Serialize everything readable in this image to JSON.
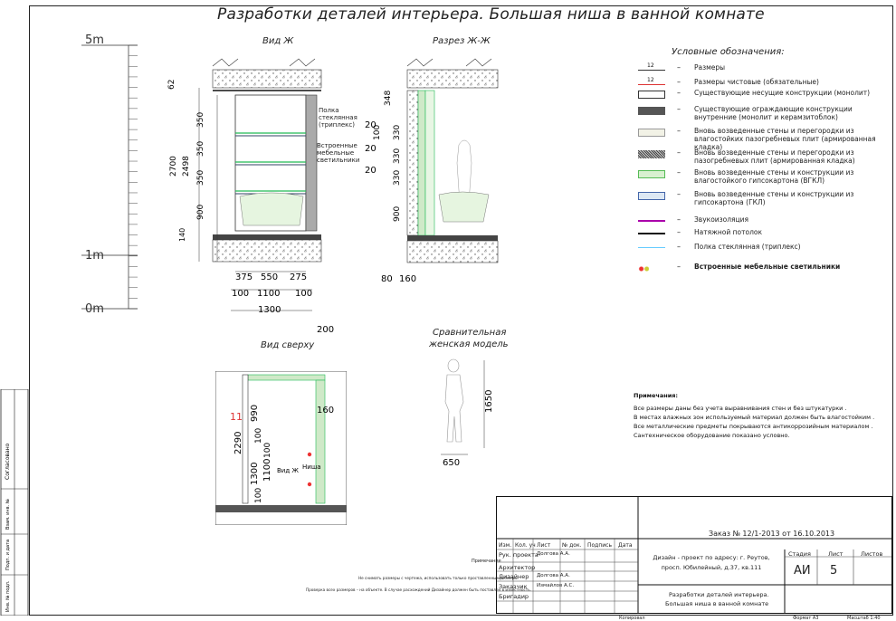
{
  "sheet": {
    "title": "Разработки деталей интерьера. Большая ниша в ванной комнате"
  },
  "views": {
    "view_zh": "Вид Ж",
    "section_zh": "Разрез Ж-Ж",
    "top_view": "Вид сверху",
    "model_line1": "Сравнительная",
    "model_line2": "женская модель"
  },
  "scale": {
    "top": "5m",
    "mid": "1m",
    "bottom": "0m"
  },
  "dims_view": {
    "d62": "62",
    "d350a": "350",
    "d350b": "350",
    "d350c": "350",
    "d900": "900",
    "d140": "140",
    "d2700": "2700",
    "d2498": "2498",
    "d375": "375",
    "d550": "550",
    "d275": "275",
    "d100a": "100",
    "d1100": "1100",
    "d100b": "100",
    "d1300": "1300",
    "d200": "200"
  },
  "dims_section": {
    "d348": "348",
    "d20a": "20",
    "d20b": "20",
    "d20c": "20",
    "d100": "100",
    "d330a": "330",
    "d330b": "330",
    "d330c": "330",
    "d900": "900",
    "d80": "80",
    "d160": "160"
  },
  "dims_top": {
    "d990": "990",
    "d160": "160",
    "d2290": "2290",
    "d100a": "100",
    "d1300": "1300",
    "d1100": "1100",
    "d100b": "100",
    "d100c": "100",
    "marker": "11",
    "vid_zh": "Вид Ж",
    "niche": "Ниша"
  },
  "dims_model": {
    "d1650": "1650",
    "d650": "650"
  },
  "callouts": {
    "shelf": "Полка стеклянная (триплекс)",
    "lights": "Встроенные мебельные светильники"
  },
  "legend": {
    "title": "Условные обозначения:",
    "dash": "–",
    "dim_sample": "12",
    "items": [
      {
        "text": "Размеры"
      },
      {
        "text": "Размеры чистовые (обязательные)"
      },
      {
        "text": "Существующие несущие конструкции (монолит)"
      },
      {
        "text": "Существующие ограждающие конструкции внутренние (монолит и керамзитоблок)"
      },
      {
        "text": "Вновь возведенные стены и перегородки из влагостойких пазогребневых плит (армированная кладка)"
      },
      {
        "text": "Вновь возведенные стены и перегородки из пазогребневых плит (армированная кладка)"
      },
      {
        "text": "Вновь возведенные стены и конструкции из влагостойкого гипсокартона (ВГКЛ)"
      },
      {
        "text": "Вновь возведенные стены и конструкции из гипсокартона (ГКЛ)"
      },
      {
        "text": "Звукоизоляция"
      },
      {
        "text": "Натяжной потолок"
      },
      {
        "text": "Полка стеклянная (триплекс)"
      },
      {
        "text": "Встроенные мебельные светильники"
      }
    ]
  },
  "notes": {
    "title": "Примечания:",
    "lines": [
      "Все размеры даны без учета выравнивания стен и без штукатурки .",
      "В местах влажных зон используемый материал должен быть влагостойким .",
      "Все металлические предметы покрываются антикоррозийным материалом .",
      "Сантехническое оборудование показано условно."
    ]
  },
  "stamp_notes": {
    "title": "Примечание",
    "line1": "Не снимать размеры с чертежа, использовать только проставленные размеры.",
    "line2": "Проверка всех размеров – на объекте. В случае расхождений Дизайнер должен быть поставлен в известность."
  },
  "stamp": {
    "order": "Заказ № 12/1-2013 от 16.10.2013",
    "project": "Дизайн - проект по адресу: г. Реутов, просп. Юбилейный, д.37, кв.111",
    "sheet_title_1": "Разработки деталей интерьера.",
    "sheet_title_2": "Большая ниша в ванной комнате",
    "stage_h": "Стадия",
    "sheet_h": "Лист",
    "sheets_h": "Листов",
    "stage": "АИ",
    "sheet": "5",
    "cols": {
      "izm": "Изм.",
      "kol": "Кол. уч",
      "list": "Лист",
      "ndok": "№ док.",
      "podp": "Подпись",
      "data": "Дата"
    },
    "rows": [
      {
        "role": "Рук. проекта",
        "name": "Долгова А.А."
      },
      {
        "role": "Архитектор",
        "name": ""
      },
      {
        "role": "Дизайнер",
        "name": "Долгова А.А."
      },
      {
        "role": "Заказчик",
        "name": "Измайлов А.С."
      },
      {
        "role": "Бригадир",
        "name": ""
      }
    ],
    "copied": "Копировал",
    "format": "Формат А3",
    "scale": "Масштаб 1:40"
  },
  "side_frame": {
    "agreed": "Согласовано",
    "inv_podl": "Взам. инв. №",
    "sign_date": "Подп. и дата",
    "inv_no": "Инв. № подл."
  }
}
